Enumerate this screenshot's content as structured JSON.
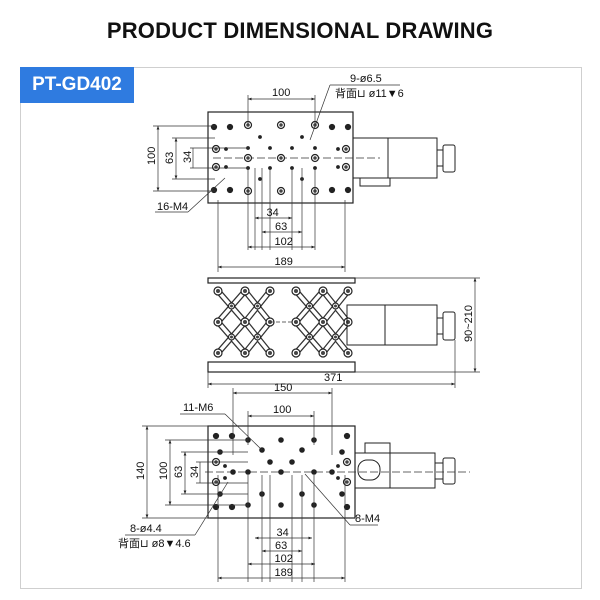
{
  "header": {
    "title": "PRODUCT DIMENSIONAL DRAWING"
  },
  "model_badge": "PT-GD402",
  "colors": {
    "badge": "#2f7be0",
    "line": "#222222"
  },
  "top_view": {
    "dim_top": "100",
    "hole_note_1": "9-ø6.5",
    "hole_note_2": "背面⊔ ø11▼6",
    "dim_left_outer": "100",
    "dim_left_mid": "63",
    "dim_left_inner": "34",
    "thread_note": "16-M4",
    "dim_bottom": [
      "34",
      "63",
      "102",
      "189"
    ]
  },
  "side_view": {
    "dim_height": "90~210",
    "dim_length": "371"
  },
  "bottom_view": {
    "dim_top_outer": "150",
    "dim_top_inner": "100",
    "thread_note_m6": "11-M6",
    "dim_left": [
      "140",
      "100",
      "63",
      "34"
    ],
    "hole_note_1": "8-ø4.4",
    "hole_note_2": "背面⊔ ø8▼4.6",
    "thread_note_m4": "8-M4",
    "dim_bottom": [
      "34",
      "63",
      "102",
      "189"
    ]
  }
}
